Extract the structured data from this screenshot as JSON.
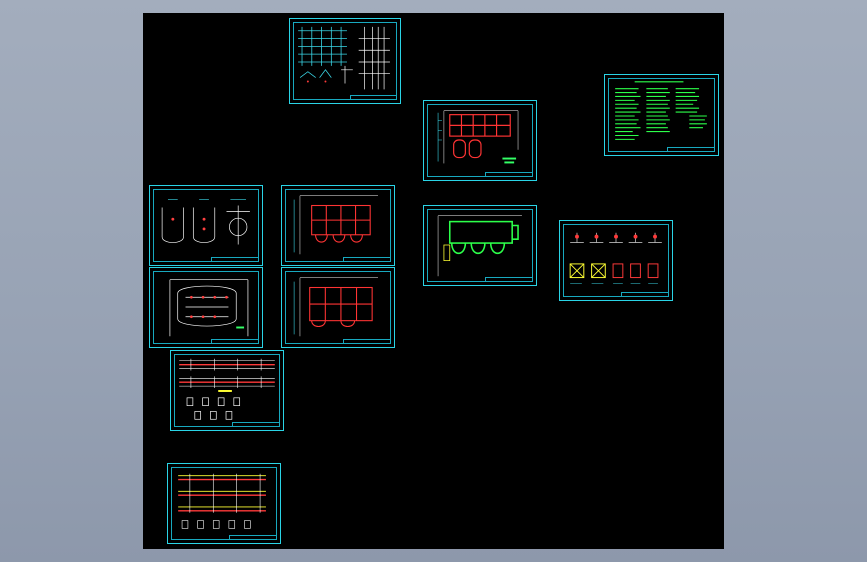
{
  "viewer": {
    "background_gradient": [
      "#a3adbd",
      "#8d98ab"
    ],
    "model_space_color": "#000000",
    "frame_color": "#2ad4e6"
  },
  "sheets": [
    {
      "id": "detail-sheet-top",
      "kind": "details"
    },
    {
      "id": "floor-plan-red",
      "kind": "plan-red"
    },
    {
      "id": "notes-sheet-green",
      "kind": "notes"
    },
    {
      "id": "section-sheet-left",
      "kind": "sections"
    },
    {
      "id": "floor-plan-mid-1",
      "kind": "plan-red"
    },
    {
      "id": "floor-plan-green",
      "kind": "plan-green"
    },
    {
      "id": "column-details",
      "kind": "columns"
    },
    {
      "id": "foundation-plan",
      "kind": "foundation"
    },
    {
      "id": "floor-plan-mid-2",
      "kind": "plan-red"
    },
    {
      "id": "beam-details-1",
      "kind": "beams"
    },
    {
      "id": "beam-details-2",
      "kind": "beams"
    }
  ]
}
